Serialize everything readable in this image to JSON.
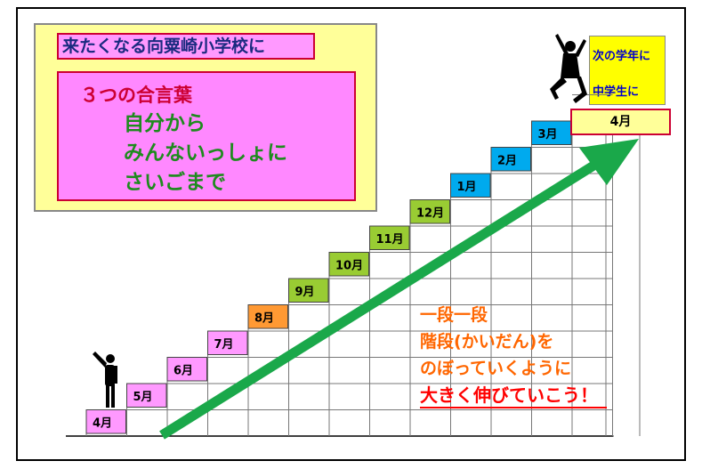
{
  "motto": {
    "title": "来たくなる向粟崎小学校に",
    "heading": "３つの合言葉",
    "items": [
      "自分から",
      "みんないっしょに",
      "さいごまで"
    ]
  },
  "next_step": {
    "lines": [
      "次の学年に",
      "中学生に"
    ]
  },
  "final_month": "4月",
  "stairs": {
    "months": [
      {
        "label": "4月",
        "color": "#ff99ff"
      },
      {
        "label": "5月",
        "color": "#ff99ff"
      },
      {
        "label": "6月",
        "color": "#ff99ff"
      },
      {
        "label": "7月",
        "color": "#ff99ff"
      },
      {
        "label": "8月",
        "color": "#ff9933"
      },
      {
        "label": "9月",
        "color": "#99cc33"
      },
      {
        "label": "10月",
        "color": "#99cc33"
      },
      {
        "label": "11月",
        "color": "#99cc33"
      },
      {
        "label": "12月",
        "color": "#99cc33"
      },
      {
        "label": "1月",
        "color": "#00aaee"
      },
      {
        "label": "2月",
        "color": "#00aaee"
      },
      {
        "label": "3月",
        "color": "#00aaee"
      }
    ]
  },
  "message": {
    "lines": [
      "一段一段",
      "階段(かいだん)を",
      "のぼっていくように",
      "大きく伸びていこう！"
    ]
  },
  "colors": {
    "arrow": "#1aa84a",
    "grid": "#777777"
  }
}
